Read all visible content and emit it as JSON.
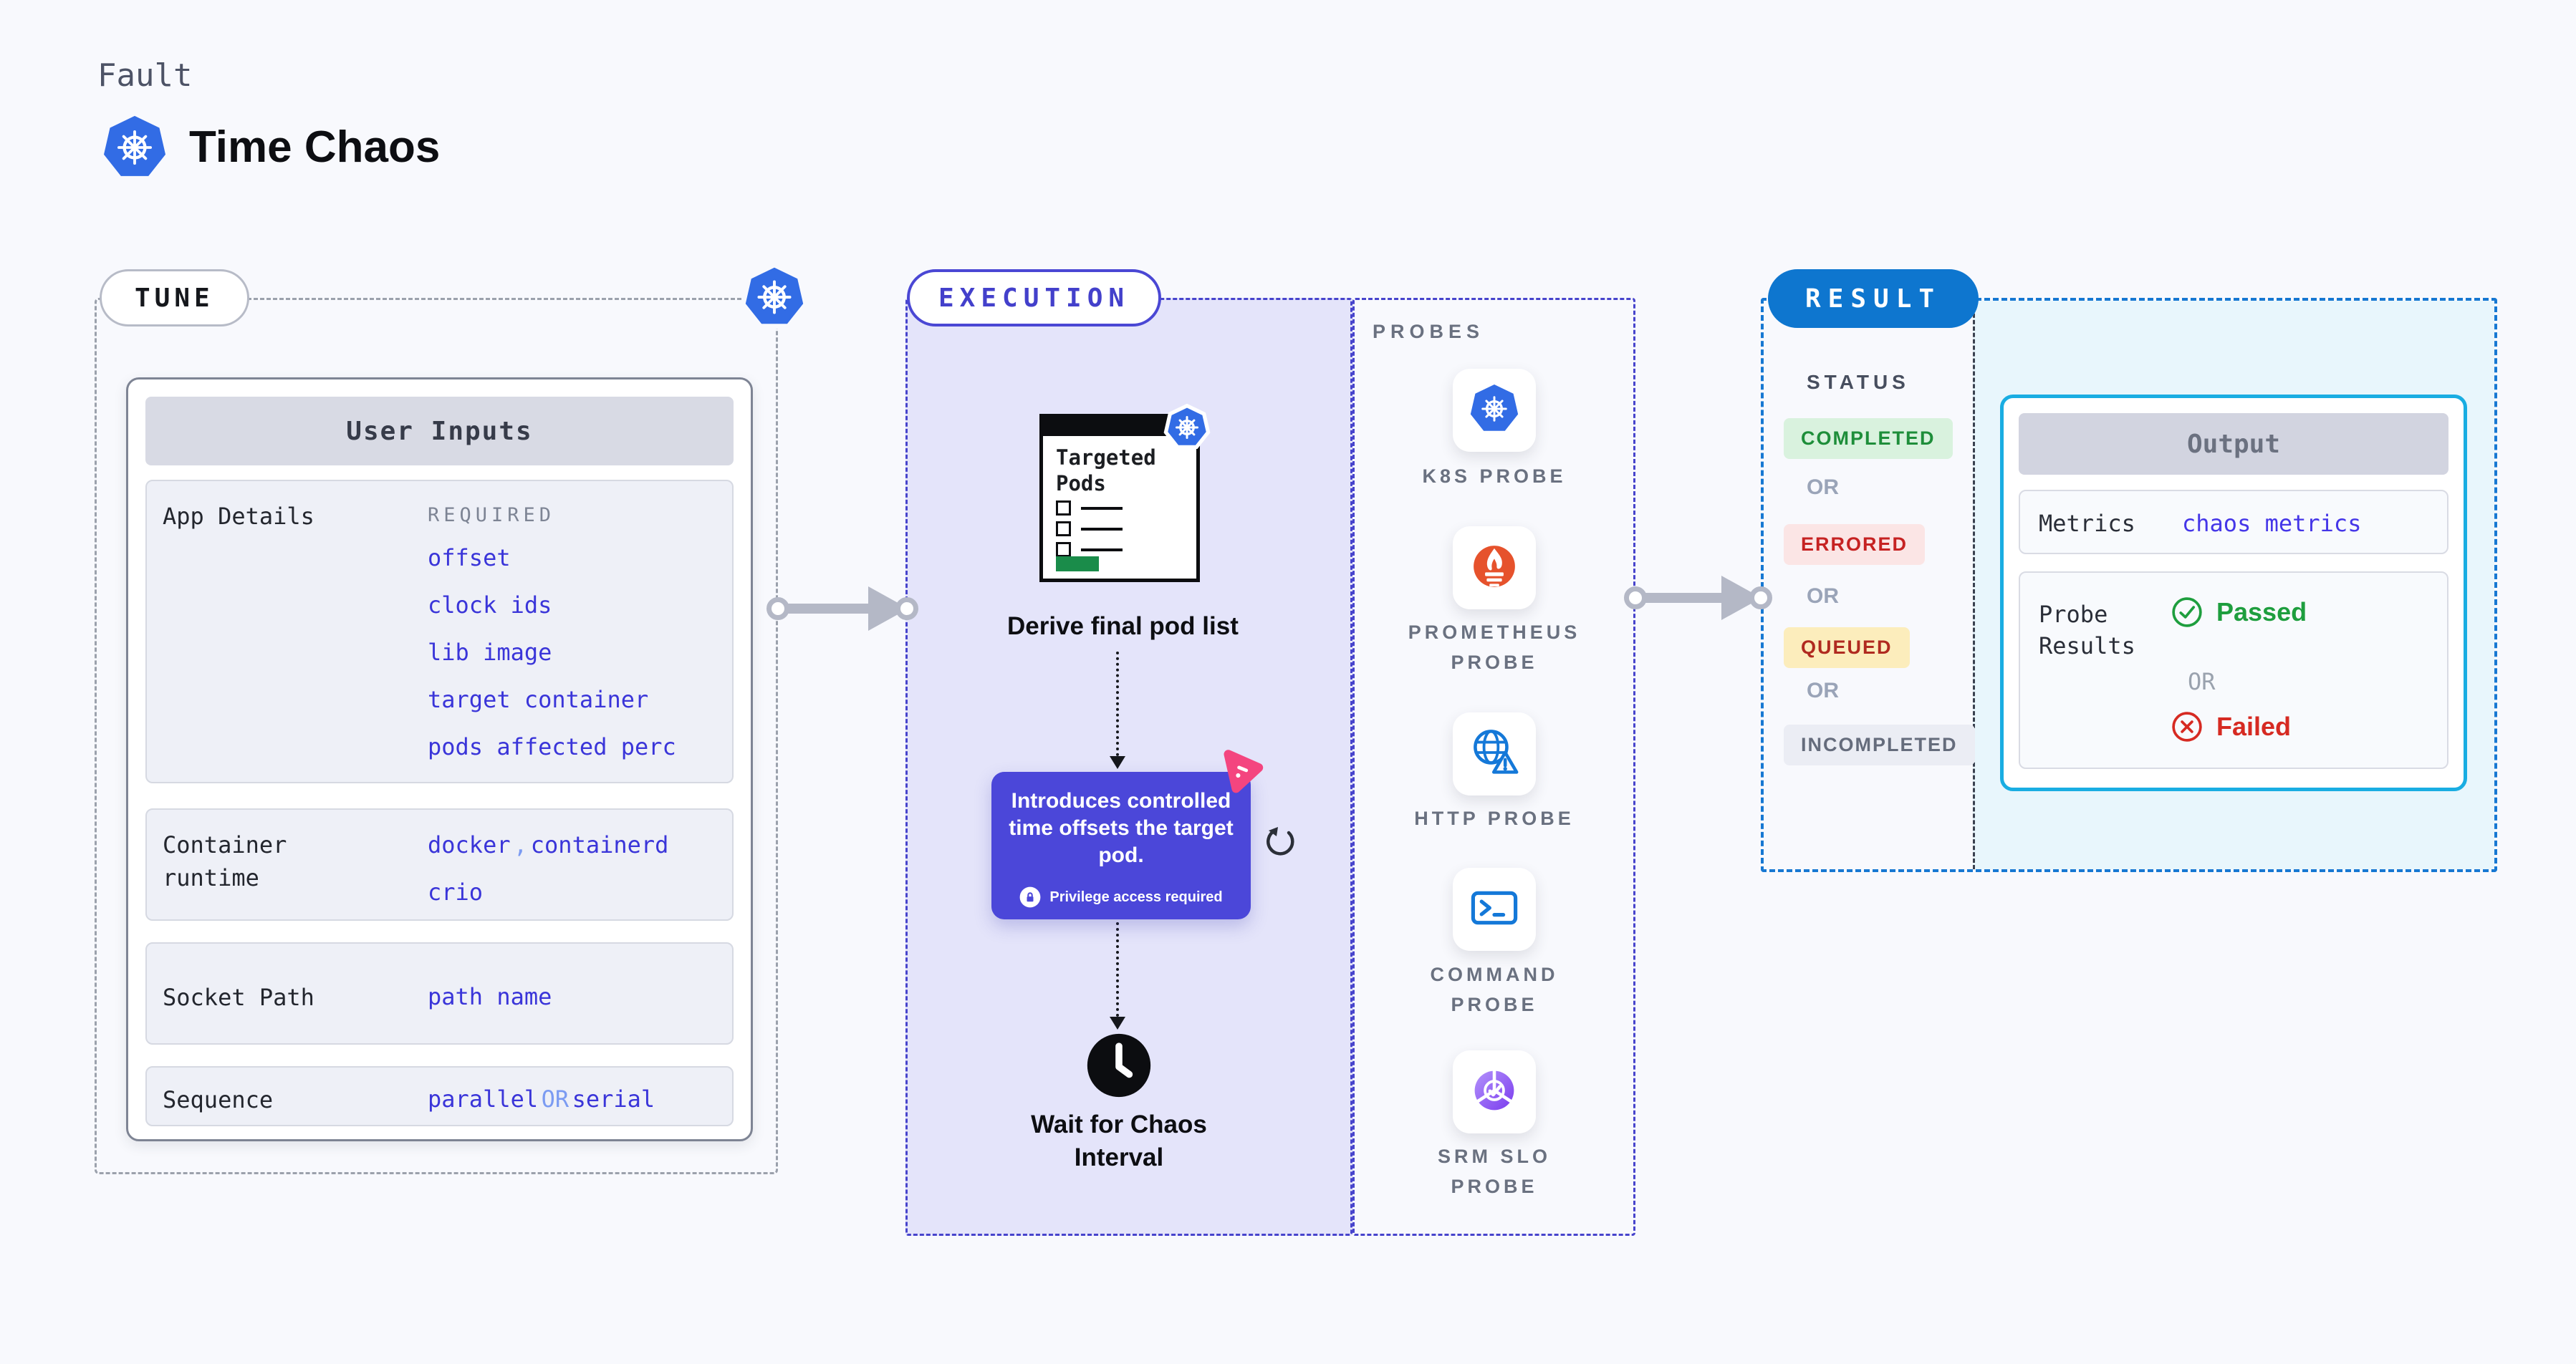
{
  "colors": {
    "page_bg": "#f8f9fd",
    "accent_indigo": "#4a47d4",
    "accent_blue": "#0e76cf",
    "accent_cyan": "#19ade2",
    "value_indigo": "#3a35d9",
    "value_light_blue": "#7b9bf2",
    "k8s_blue": "#326ce5",
    "prometheus_orange": "#e6522c",
    "litmus_pink": "#f4457f",
    "tooltip_purple": "#4b47d9",
    "pod_green_bar": "#1a8c4a",
    "passed_green": "#1e9e3e",
    "failed_red": "#d62a22",
    "arrow_gray": "#b4b8c6"
  },
  "header": {
    "eyebrow": "Fault",
    "title": "Time Chaos",
    "logo_icon": "kubernetes-icon"
  },
  "tune": {
    "label": "TUNE",
    "corner_icon": "kubernetes-icon",
    "panel_title": "User Inputs",
    "app_details": {
      "label": "App Details",
      "tag": "REQUIRED",
      "values": [
        "offset",
        "clock ids",
        "lib image",
        "target container",
        "pods affected perc"
      ]
    },
    "container_runtime": {
      "label": "Container runtime",
      "value1": "docker",
      "separator": ",",
      "value2": "containerd",
      "value3": "crio"
    },
    "socket_path": {
      "label": "Socket Path",
      "value": "path name"
    },
    "sequence": {
      "label": "Sequence",
      "value1": "parallel",
      "conjunction": "OR",
      "value2": "serial"
    }
  },
  "execution": {
    "label": "EXECUTION",
    "pod_card": {
      "title": "Targeted Pods",
      "badge_icon": "kubernetes-icon"
    },
    "step1_caption": "Derive final pod list",
    "tooltip": {
      "text": "Introduces controlled time offsets the target pod.",
      "note": "Privilege access required",
      "lock_icon": "lock-icon",
      "corner_icon": "litmus-chaos-icon"
    },
    "loop_icon": "refresh-icon",
    "clock_icon": "clock-icon",
    "step2_caption": "Wait for Chaos Interval"
  },
  "probes": {
    "label": "PROBES",
    "items": [
      {
        "label": "K8S PROBE",
        "icon": "kubernetes-icon"
      },
      {
        "label": "PROMETHEUS PROBE",
        "icon": "prometheus-icon"
      },
      {
        "label": "HTTP PROBE",
        "icon": "globe-alert-icon"
      },
      {
        "label": "COMMAND PROBE",
        "icon": "terminal-icon"
      },
      {
        "label": "SRM SLO PROBE",
        "icon": "slo-pie-check-icon"
      }
    ]
  },
  "result": {
    "label": "RESULT",
    "status_title": "STATUS",
    "or_label": "OR",
    "statuses": [
      {
        "text": "COMPLETED",
        "fg": "#1e8e3a",
        "bg": "#d9f2de"
      },
      {
        "text": "ERRORED",
        "fg": "#c62222",
        "bg": "#fbe5e5"
      },
      {
        "text": "QUEUED",
        "fg": "#b02a20",
        "bg": "#fcedbc"
      },
      {
        "text": "INCOMPLETED",
        "fg": "#656c7c",
        "bg": "#ebedf4"
      }
    ],
    "output": {
      "title": "Output",
      "metrics_label": "Metrics",
      "metrics_value": "chaos metrics",
      "probe_results_label": "Probe Results",
      "passed_label": "Passed",
      "or_label": "OR",
      "failed_label": "Failed"
    }
  }
}
